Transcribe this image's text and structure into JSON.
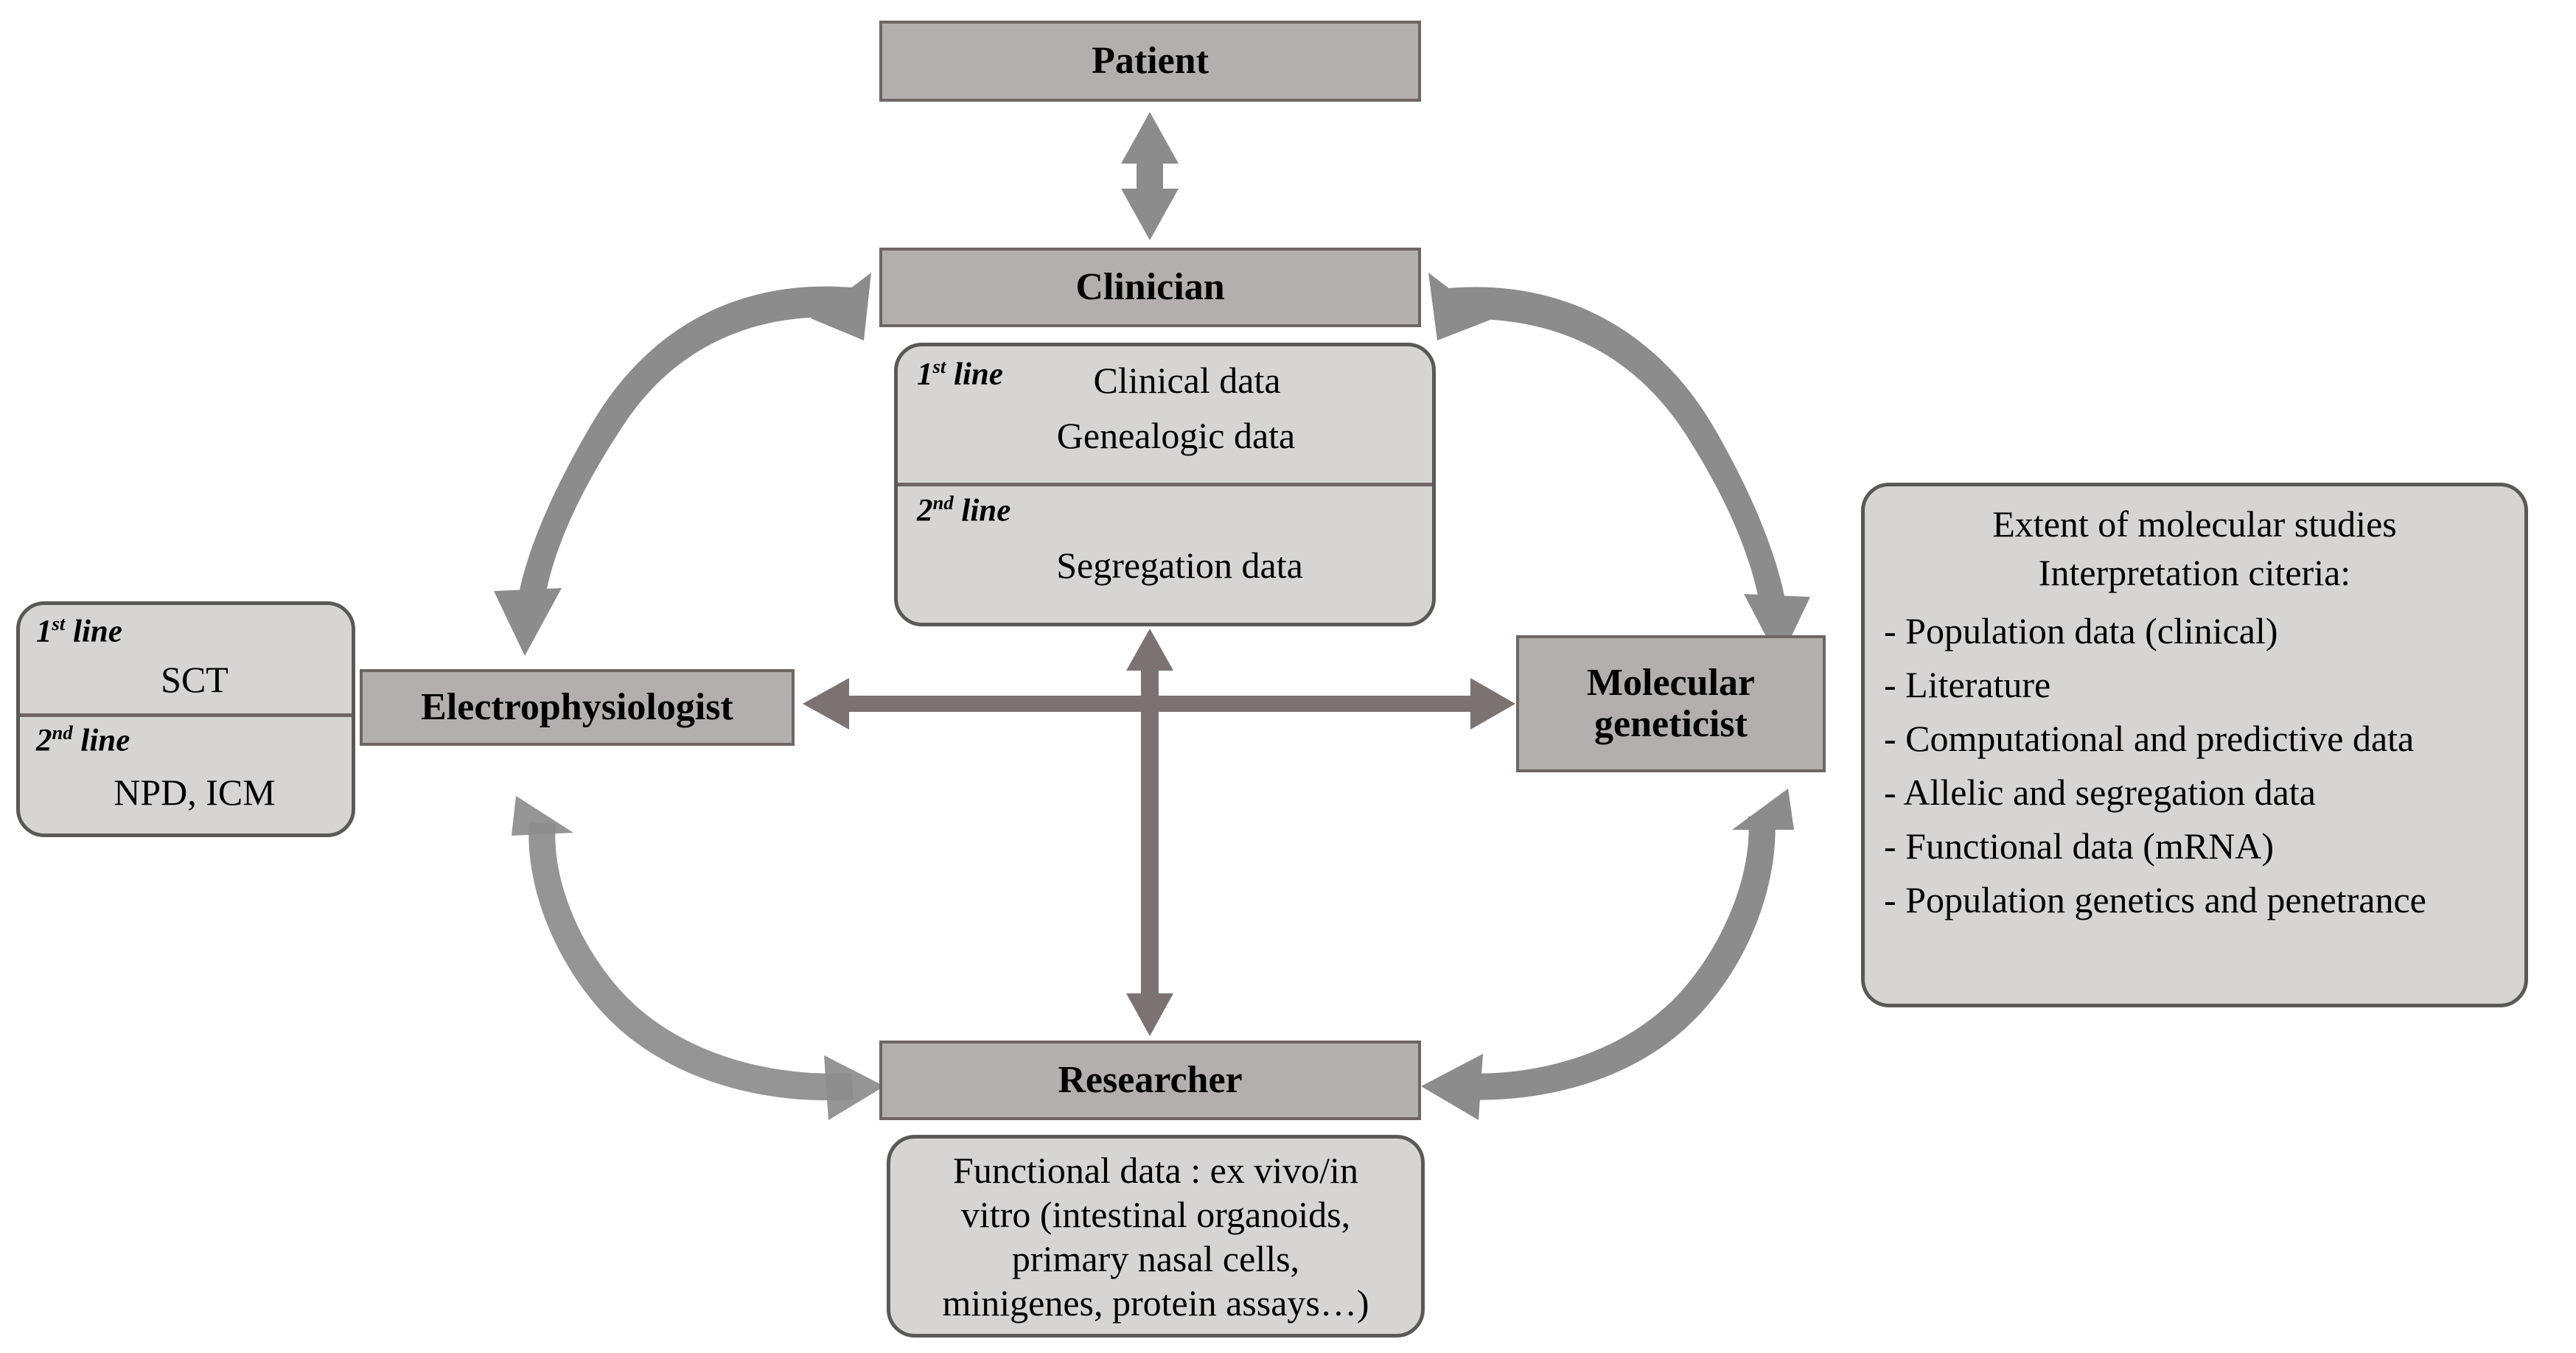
{
  "diagram": {
    "title_roles": {
      "patient": "Patient",
      "clinician": "Clinician",
      "electrophysiologist": "Electrophysiologist",
      "molecular_geneticist": "Molecular\ngeneticist",
      "molecular_geneticist_line1": "Molecular",
      "molecular_geneticist_line2": "geneticist",
      "researcher": "Researcher"
    },
    "clinician_panel": {
      "first_line_label": "1",
      "first_line_sup": "st",
      "first_line_word": " line",
      "first_line_items": [
        "Clinical data",
        "Genealogic data"
      ],
      "second_line_label": "2",
      "second_line_sup": "nd",
      "second_line_word": " line",
      "second_line_items": [
        "Segregation data"
      ]
    },
    "electrophysiologist_panel": {
      "first_line_label": "1",
      "first_line_sup": "st",
      "first_line_word": " line",
      "first_line_items": [
        "SCT"
      ],
      "second_line_label": "2",
      "second_line_sup": "nd",
      "second_line_word": " line",
      "second_line_items": [
        "NPD, ICM"
      ]
    },
    "molecular_panel": {
      "heading_1": "Extent of molecular studies",
      "heading_2": "Interpretation citeria:",
      "criteria": [
        "- Population data (clinical)",
        "- Literature",
        "- Computational and predictive data",
        "- Allelic  and segregation data",
        "- Functional data (mRNA)",
        "- Population genetics and penetrance"
      ]
    },
    "researcher_panel": {
      "lines": [
        "Functional data : ex vivo/in",
        "vitro (intestinal organoids,",
        "primary nasal cells,",
        "minigenes, protein assays…)"
      ]
    },
    "colors": {
      "role_box_fill": "#b4afaf",
      "role_box_border": "#6e6565",
      "panel_fill": "#d7d5d3",
      "panel_border": "#5b5958",
      "curved_arrow": "#8c8c8c",
      "straight_arrow": "#7d7272",
      "text": "#000000",
      "background": "#ffffff"
    },
    "connectors": [
      {
        "name": "patient-clinician-double-arrow",
        "from": "Patient",
        "to": "Clinician",
        "style": "straight vertical double-headed"
      },
      {
        "name": "clinician-electrophysiologist-curve",
        "from": "Clinician",
        "to": "Electrophysiologist",
        "style": "curved double-headed"
      },
      {
        "name": "clinician-molecular-geneticist-curve",
        "from": "Clinician",
        "to": "Molecular geneticist",
        "style": "curved double-headed"
      },
      {
        "name": "electrophysiologist-researcher-curve",
        "from": "Electrophysiologist",
        "to": "Researcher",
        "style": "curved double-headed"
      },
      {
        "name": "molecular-geneticist-researcher-curve",
        "from": "Molecular geneticist",
        "to": "Researcher",
        "style": "curved double-headed"
      },
      {
        "name": "electrophysiologist-molecular-geneticist-arrow",
        "from": "Electrophysiologist",
        "to": "Molecular geneticist",
        "style": "straight horizontal double-headed"
      },
      {
        "name": "clinician-researcher-arrow",
        "from": "Clinician",
        "to": "Researcher",
        "style": "straight vertical double-headed"
      }
    ]
  }
}
